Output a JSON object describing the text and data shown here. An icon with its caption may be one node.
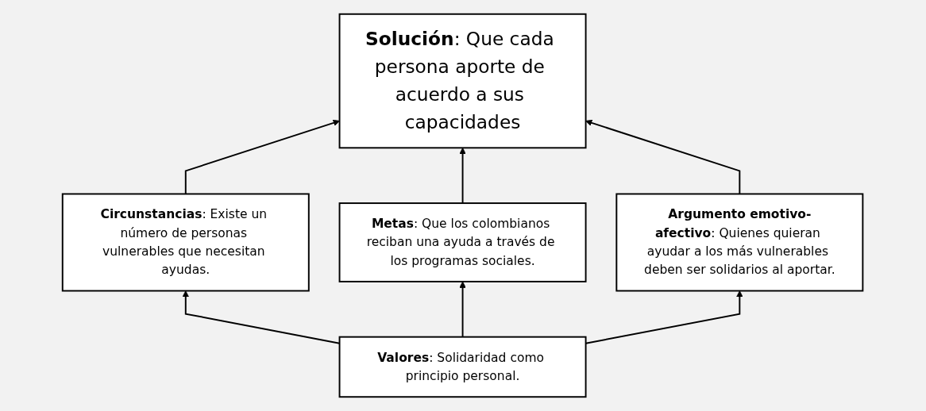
{
  "diagram": {
    "nodes": [
      {
        "text": [
          "**Solución**: Que cada persona aporte de acuerdo a sus capacidades"
        ]
      },
      {
        "text": [
          "**Circunstancias**: Existe un número de personas vulnerables que necesitan ayudas."
        ]
      },
      {
        "text": [
          "**Metas**: Que los colombianos reciban una ayuda a través de los programas sociales."
        ]
      },
      {
        "text": [
          "**Argumento emotivo-afectivo**: Quienes quieran ayudar a los más vulnerables deben ser solidarios al aportar."
        ]
      },
      {
        "text": [
          "**Valores**: Solidaridad como principio personal."
        ]
      }
    ],
    "edges": [
      {
        "from": 1,
        "to": 0,
        "arrow": "to"
      },
      {
        "from": 2,
        "to": 0,
        "arrow": "to"
      },
      {
        "from": 3,
        "to": 0,
        "arrow": "to"
      },
      {
        "from": 4,
        "to": 1,
        "arrow": "to"
      },
      {
        "from": 4,
        "to": 2,
        "arrow": "to"
      },
      {
        "from": 4,
        "to": 3,
        "arrow": "to"
      }
    ]
  }
}
